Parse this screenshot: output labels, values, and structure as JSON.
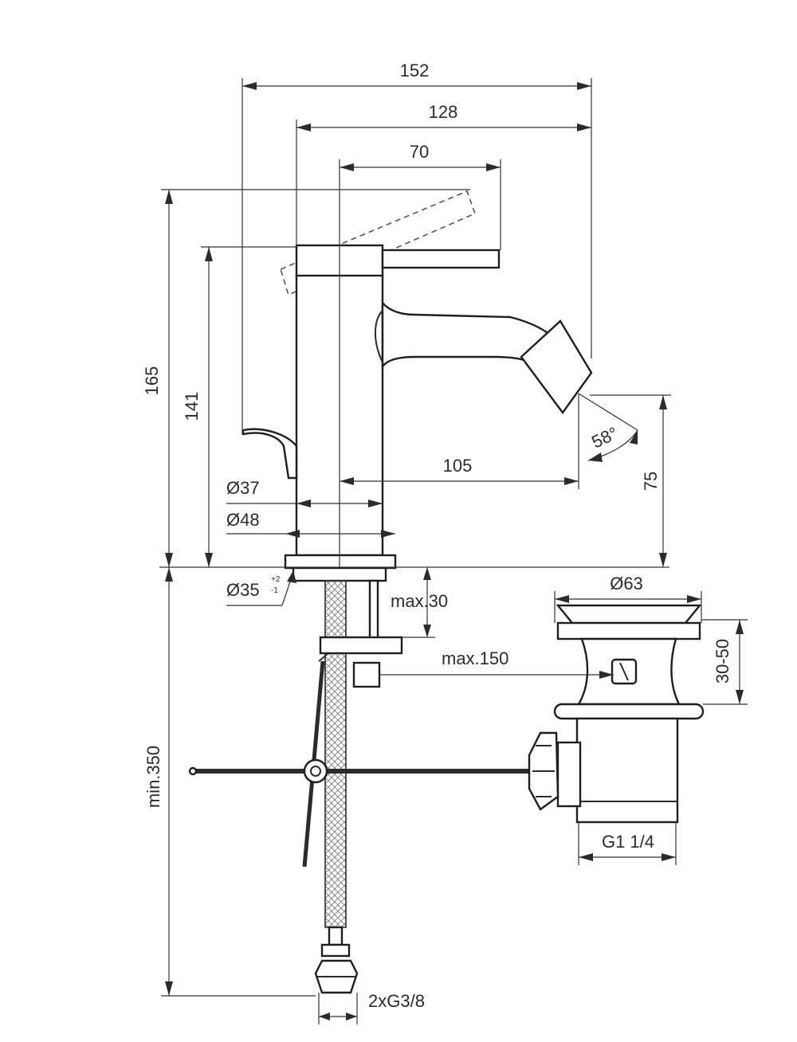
{
  "dimensions": {
    "width_152": "152",
    "width_128": "128",
    "width_70": "70",
    "height_165": "165",
    "height_141": "141",
    "spout_105": "105",
    "angle_58": "58°",
    "height_75": "75",
    "dia_37": "Ø37",
    "dia_48": "Ø48",
    "dia_35": "Ø35",
    "tol_plus": "+2",
    "tol_minus": "-1",
    "max_30": "max.30",
    "max_150": "max.150",
    "dia_63": "Ø63",
    "range_30_50": "30-50",
    "min_350": "min.350",
    "thread_g114": "G1 1/4",
    "thread_g38": "2xG3/8"
  }
}
